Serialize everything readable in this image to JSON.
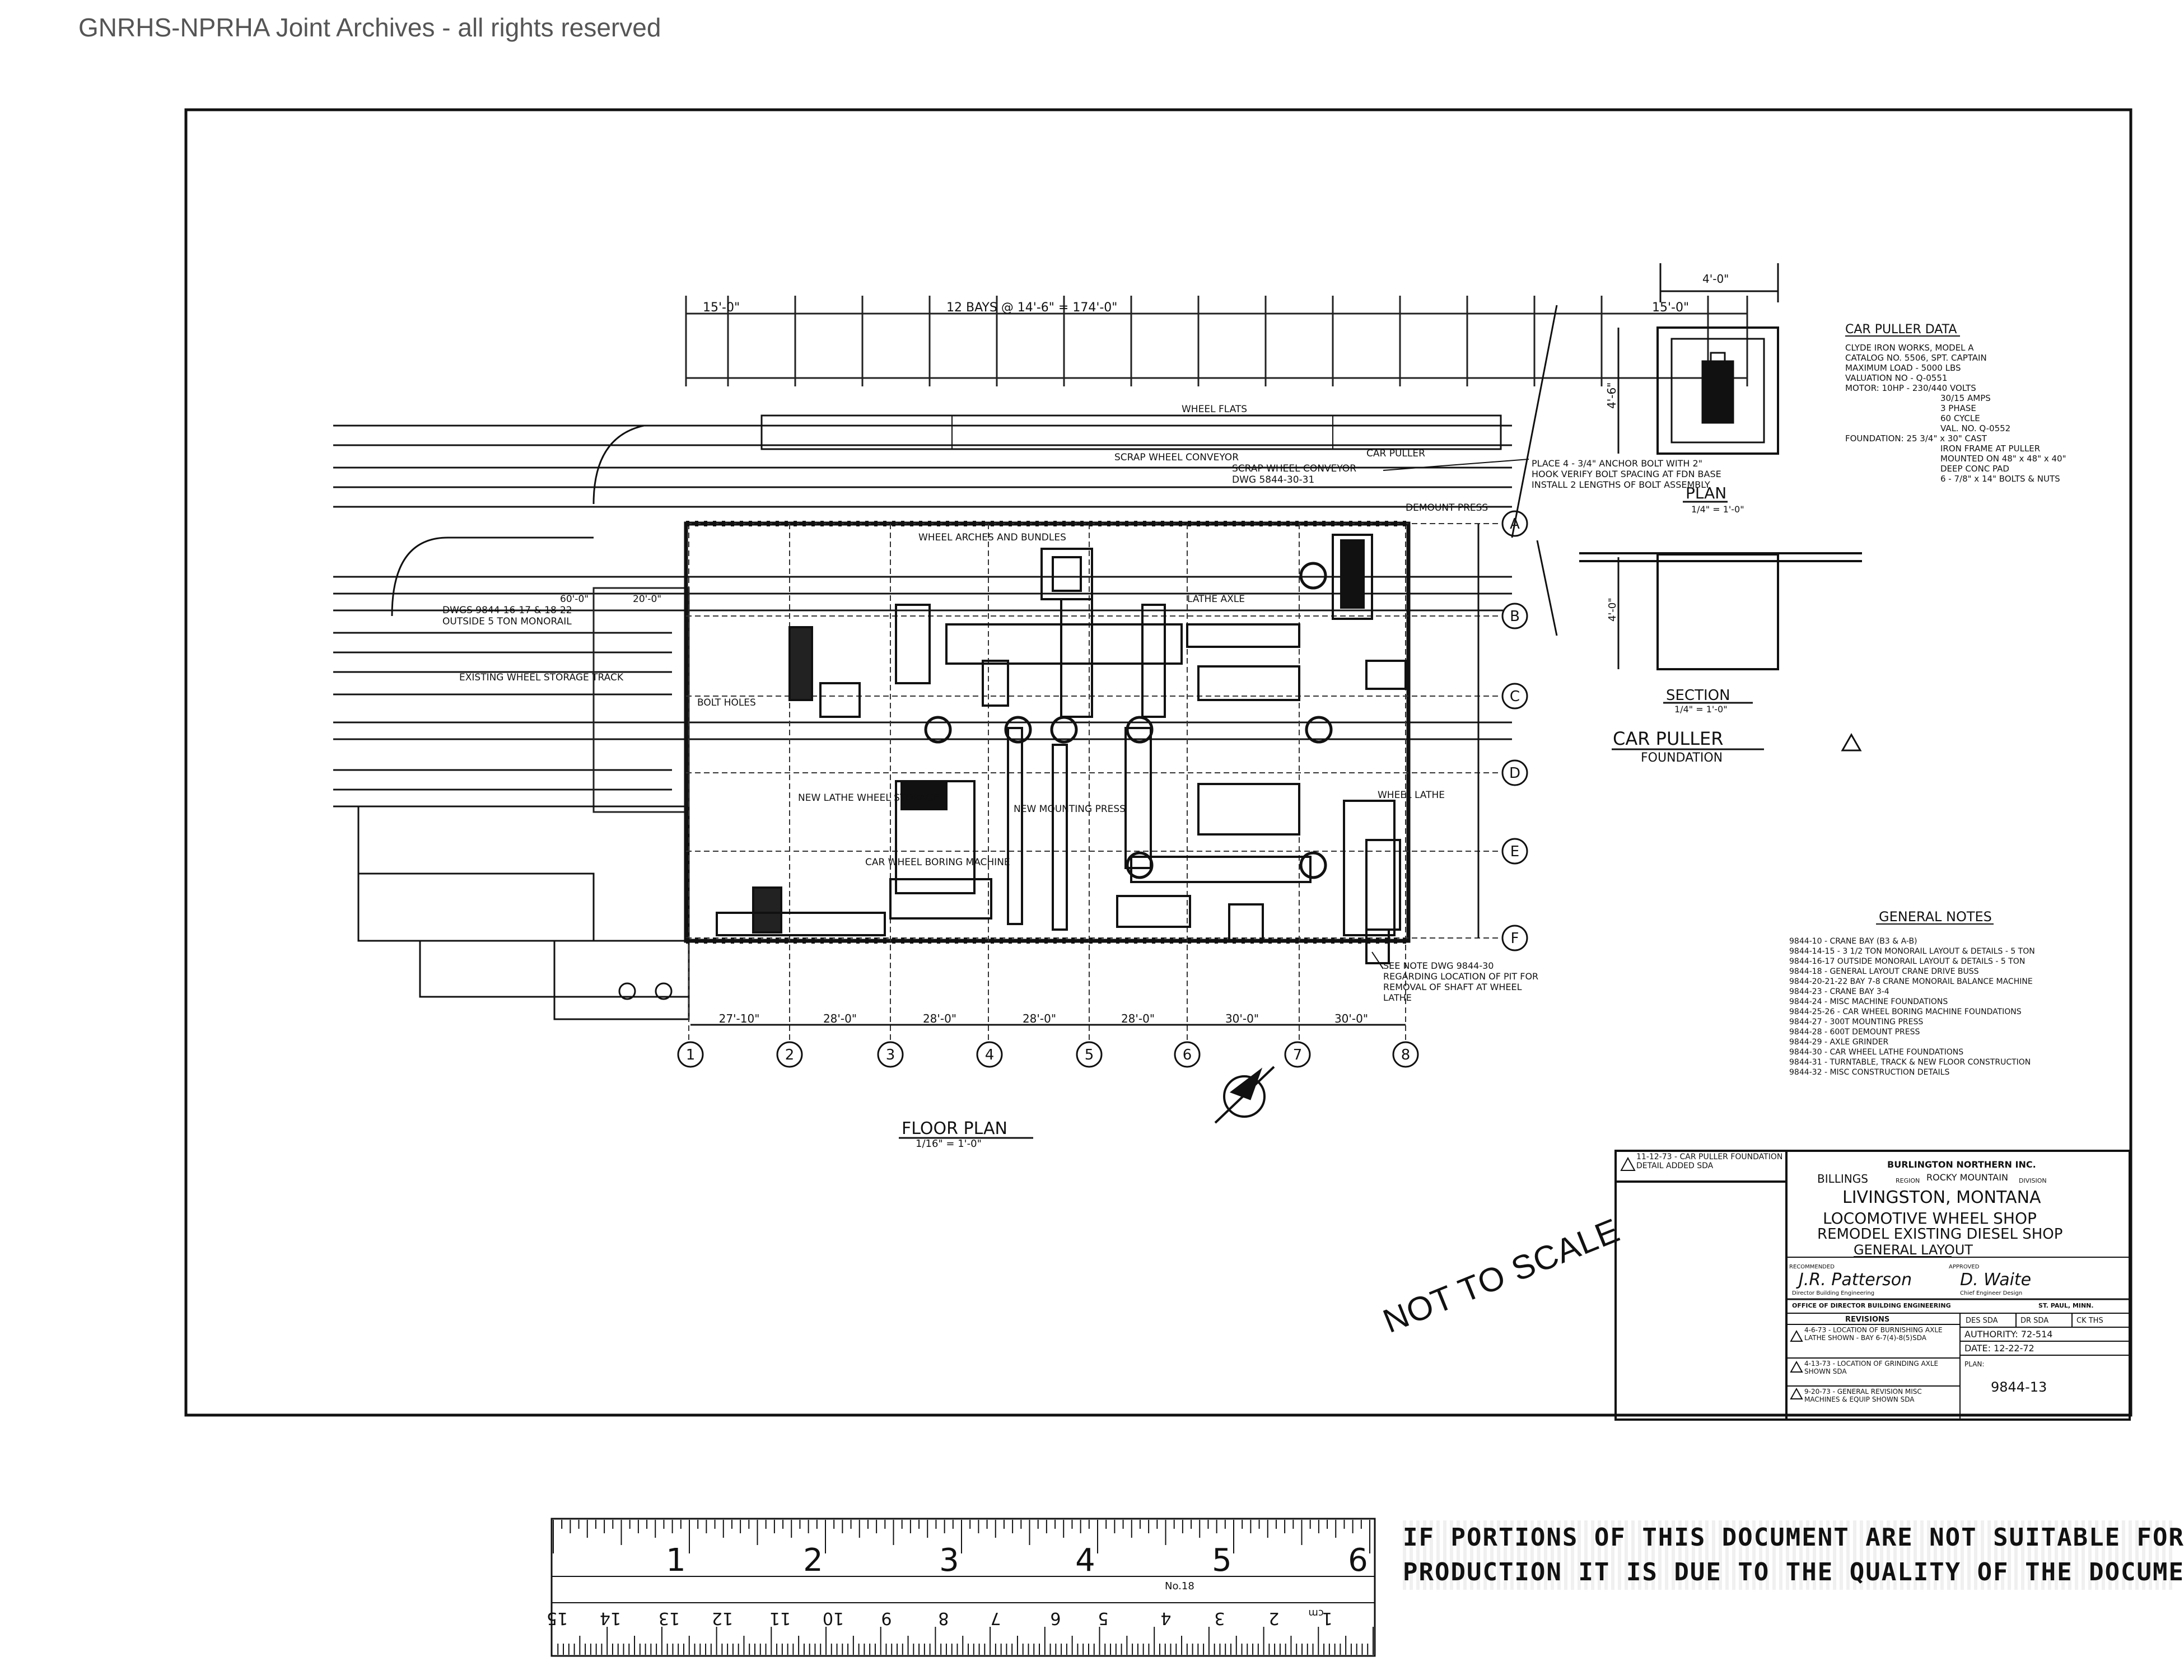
{
  "watermark": "GNRHS-NPRHA Joint Archives - all rights reserved",
  "plan": {
    "floor_plan_title": "FLOOR PLAN",
    "floor_plan_scale": "1/16\" = 1'-0\"",
    "top_dims": [
      "15'-0\"",
      "12 BAYS @ 14'-6\" = 174'-0\"",
      "15'-0\""
    ],
    "bay_dims": [
      "27'-10\"",
      "28'-0\"",
      "28'-0\"",
      "28'-0\"",
      "28'-0\"",
      "30'-0\"",
      "30'-0\""
    ],
    "column_lines": [
      "1",
      "2",
      "3",
      "4",
      "5",
      "6",
      "7",
      "8"
    ],
    "row_lines": [
      "A",
      "B",
      "C",
      "D",
      "E",
      "F"
    ],
    "callouts": {
      "wheel_flats": "WHEEL FLATS",
      "car_puller": "CAR PULLER",
      "scrap_wheel": "SCRAP WHEEL CONVEYOR",
      "scrap_wheel_dwg": "DWG 5844-30-31",
      "scrap_wheel_cond": "SCRAP WHEEL CONVEYOR",
      "wheel_arches": "WHEEL ARCHES AND BUNDLES",
      "lathe_axle": "LATHE AXLE",
      "dwgs_left": "DWGS 9844-16-17 & 18-22",
      "outside_monorail": "OUTSIDE 5 TON MONORAIL",
      "existing_wheel": "EXISTING WHEEL STORAGE TRACK",
      "bolt_holes": "BOLT HOLES",
      "new_lathe": "NEW LATHE WHEEL STORAGE",
      "car_wheel": "CAR WHEEL BORING MACHINE",
      "wheel_lathe": "WHEEL LATHE",
      "see_note": "SEE NOTE DWG 9844-30 REGARDING LOCATION OF PIT FOR REMOVAL OF SHAFT AT WHEEL LATHE",
      "mount_press": "DEMOUNT PRESS",
      "new_mount_press": "NEW MOUNTING PRESS",
      "place_note": "PLACE 4 - 3/4\" ANCHOR BOLT WITH 2\" HOOK VERIFY BOLT SPACING AT FDN BASE INSTALL 2 LENGTHS OF BOLT ASSEMBLY",
      "dim_60": "60'-0\"",
      "dim_20": "20'-0\""
    }
  },
  "car_puller": {
    "data_title": "CAR PULLER DATA",
    "data_lines": [
      "CLYDE IRON WORKS, MODEL A",
      "CATALOG NO. 5506, SPT. CAPTAIN",
      "MAXIMUM LOAD - 5000 LBS",
      "VALUATION NO - Q-0551",
      "MOTOR: 10HP - 230/440 VOLTS",
      "30/15 AMPS",
      "3 PHASE",
      "60 CYCLE",
      "VAL. NO. Q-0552",
      "FOUNDATION: 25 3/4\" x 30\" CAST",
      "IRON FRAME AT PULLER",
      "MOUNTED ON 48\" x 48\" x 40\"",
      "DEEP CONC PAD",
      "6 - 7/8\" x 14\" BOLTS & NUTS"
    ],
    "plan_dim": "4'-0\"",
    "plan_side_dim": "4'-6\"",
    "plan_label": "PLAN",
    "plan_scale": "1/4\" = 1'-0\"",
    "section_label": "SECTION",
    "section_scale": "1/4\" = 1'-0\"",
    "section_dim": "4'-0\"",
    "foundation_title": "CAR PULLER",
    "foundation_sub": "FOUNDATION"
  },
  "general_notes": {
    "title": "GENERAL NOTES",
    "items": [
      "9844-10 - CRANE BAY (B3 & A-B)",
      "9844-14-15 - 3 1/2 TON MONORAIL LAYOUT & DETAILS - 5 TON",
      "9844-16-17 OUTSIDE MONORAIL LAYOUT & DETAILS - 5 TON",
      "9844-18 - GENERAL LAYOUT CRANE DRIVE BUSS",
      "9844-20-21-22 BAY 7-8 CRANE MONORAIL BALANCE MACHINE",
      "9844-23 - CRANE BAY 3-4",
      "9844-24 - MISC MACHINE FOUNDATIONS",
      "9844-25-26 - CAR WHEEL BORING MACHINE FOUNDATIONS",
      "9844-27 - 300T MOUNTING PRESS",
      "9844-28 - 600T DEMOUNT PRESS",
      "9844-29 - AXLE GRINDER",
      "9844-30 - CAR WHEEL LATHE FOUNDATIONS",
      "9844-31 - TURNTABLE, TRACK & NEW FLOOR CONSTRUCTION",
      "9844-32 - MISC CONSTRUCTION DETAILS"
    ]
  },
  "title_block": {
    "company": "BURLINGTON NORTHERN INC.",
    "region_value": "BILLINGS",
    "region_label": "REGION",
    "division_value": "ROCKY MOUNTAIN",
    "division_label": "DIVISION",
    "line1": "LIVINGSTON, MONTANA",
    "line2": "LOCOMOTIVE WHEEL SHOP",
    "line3": "REMODEL EXISTING DIESEL SHOP",
    "line4": "GENERAL LAYOUT",
    "recommended_label": "RECOMMENDED",
    "recommended_sig": "J.R. Patterson",
    "recommended_role": "Director Building Engineering",
    "approved_label": "APPROVED",
    "approved_sig": "D. Waite",
    "approved_role": "Chief Engineer Design",
    "office": "OFFICE OF DIRECTOR BUILDING ENGINEERING",
    "city": "ST. PAUL, MINN.",
    "revisions_label": "REVISIONS",
    "des": "DES SDA",
    "dr": "DR SDA",
    "ck": "CK THS",
    "authority": "AUTHORITY: 72-514",
    "date": "DATE: 12-22-72",
    "plan_label": "PLAN:",
    "plan_no": "9844-13",
    "revision_top": "11-12-73 - CAR PULLER FOUNDATION DETAIL ADDED SDA",
    "rev1": "4-6-73 - LOCATION OF BURNISHING AXLE LATHE SHOWN - BAY 6-7(4)-8(5)SDA",
    "rev2": "4-13-73 - LOCATION OF GRINDING AXLE SHOWN SDA",
    "rev3": "9-20-73 - GENERAL REVISION MISC MACHINES & EQUIP SHOWN SDA"
  },
  "not_to_scale": "NOT TO SCALE",
  "ruler": {
    "inches": [
      "1",
      "2",
      "3",
      "4",
      "5",
      "6"
    ],
    "cm": [
      "1",
      "2",
      "3",
      "4",
      "5",
      "6",
      "7",
      "8",
      "9",
      "10",
      "11",
      "12",
      "13",
      "14",
      "15"
    ],
    "cm_mark": "cm",
    "maker": "No.18"
  },
  "notice": {
    "line1": "IF PORTIONS OF THIS DOCUMENT ARE NOT SUITABLE FOR RE-",
    "line2": "PRODUCTION IT IS DUE TO THE QUALITY OF THE DOCUMENT."
  }
}
